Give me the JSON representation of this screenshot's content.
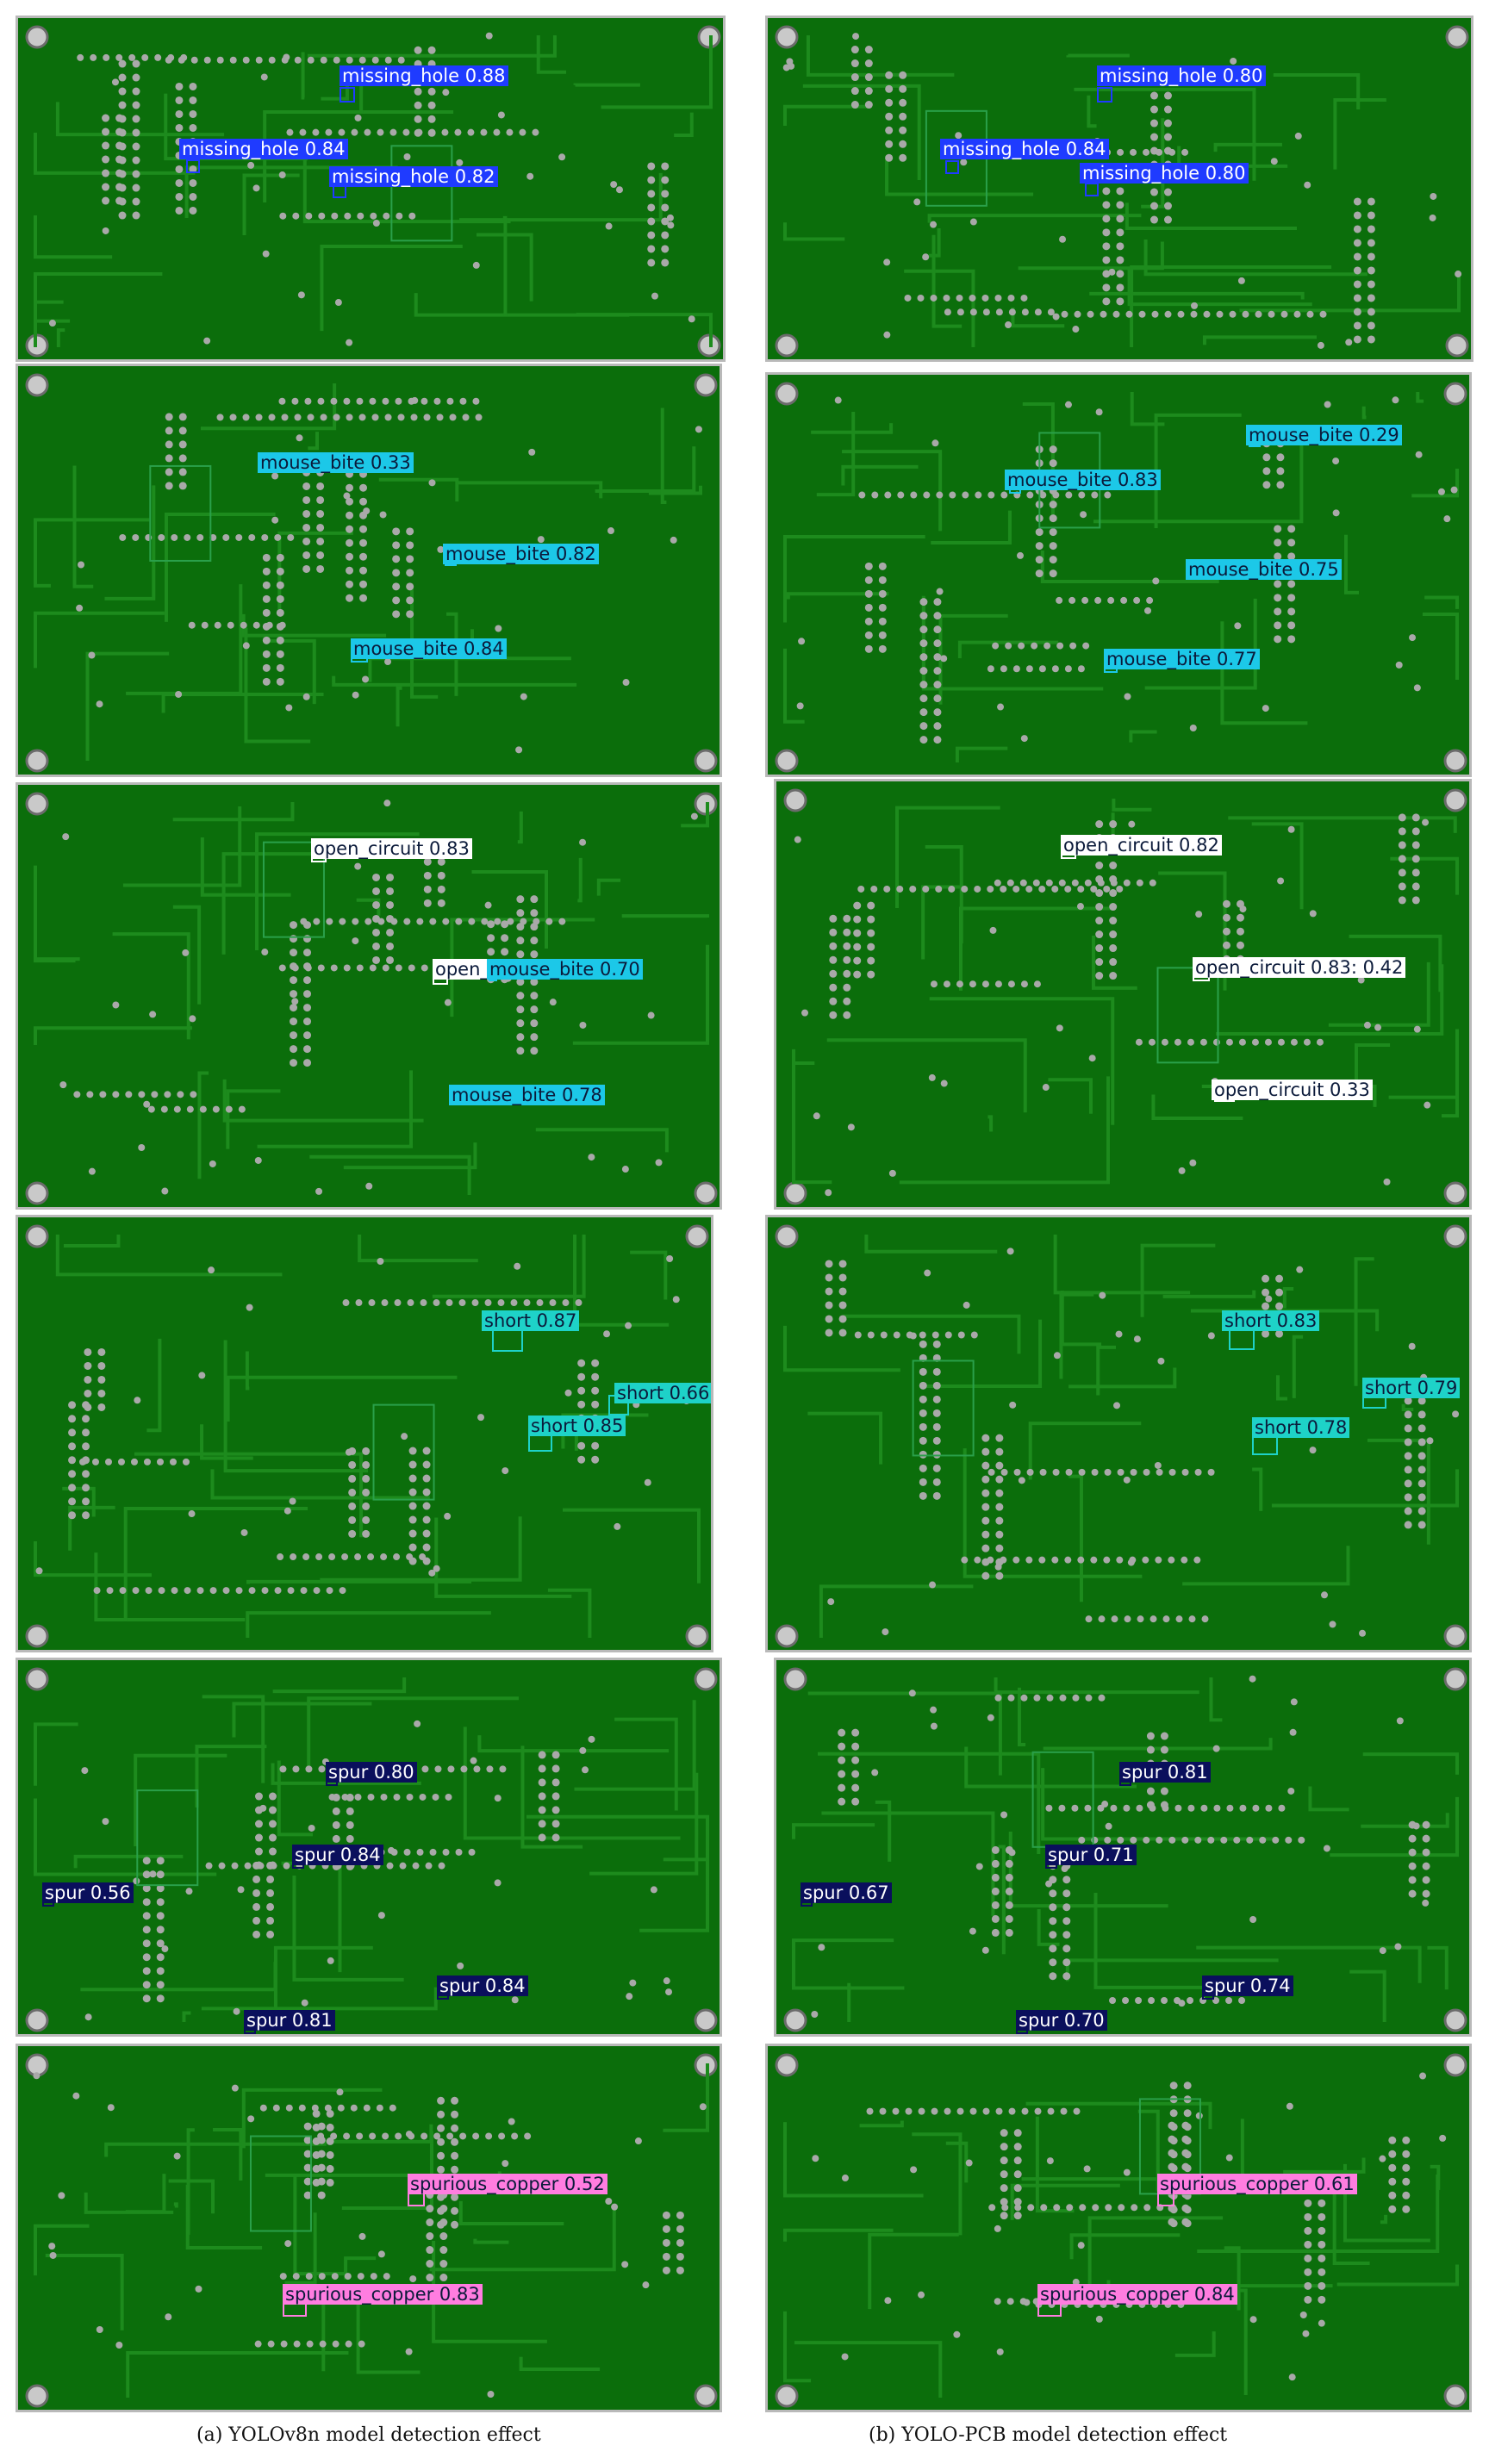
{
  "colors": {
    "board": "#0b6e0b",
    "trace": "#1d8b1d",
    "pad": "#a9a9a9",
    "missing_hole": "#1f3bff",
    "mouse_bite": "#1cc8e8",
    "open_circuit": "#ffffff",
    "short": "#1ed2c8",
    "spur": "#0a0f5c",
    "spurious_copper": "#ff7de0"
  },
  "captions": {
    "left": "(a) YOLOv8n model detection effect",
    "right": "(b) YOLO-PCB model detection effect"
  },
  "rows": [
    {
      "left": [
        {
          "text": "missing_hole  0.88",
          "cls": "missing_hole"
        },
        {
          "text": "missing_hole  0.84",
          "cls": "missing_hole"
        },
        {
          "text": "missing_hole  0.82",
          "cls": "missing_hole"
        }
      ],
      "right": [
        {
          "text": "missing_hole  0.80",
          "cls": "missing_hole"
        },
        {
          "text": "missing_hole  0.84",
          "cls": "missing_hole"
        },
        {
          "text": "missing_hole  0.80",
          "cls": "missing_hole"
        }
      ]
    },
    {
      "left": [
        {
          "text": "mouse_bite  0.33",
          "cls": "mouse_bite"
        },
        {
          "text": "mouse_bite  0.82",
          "cls": "mouse_bite"
        },
        {
          "text": "mouse_bite  0.84",
          "cls": "mouse_bite"
        }
      ],
      "right": [
        {
          "text": "mouse_bite  0.29",
          "cls": "mouse_bite"
        },
        {
          "text": "mouse_bite  0.83",
          "cls": "mouse_bite"
        },
        {
          "text": "mouse_bite  0.75",
          "cls": "mouse_bite"
        },
        {
          "text": "mouse_bite  0.77",
          "cls": "mouse_bite"
        }
      ]
    },
    {
      "left": [
        {
          "text": "open_circuit  0.83",
          "cls": "open_circuit"
        },
        {
          "text": "open_",
          "cls": "open_circuit"
        },
        {
          "text": "mouse_bite  0.70",
          "cls": "mouse_bite"
        },
        {
          "text": "mouse_bite  0.78",
          "cls": "mouse_bite"
        }
      ],
      "right": [
        {
          "text": "open_circuit  0.82",
          "cls": "open_circuit"
        },
        {
          "text": "open_circuit  0.83: 0.42",
          "cls": "open_circuit"
        },
        {
          "text": "open_circuit  0.33",
          "cls": "open_circuit"
        }
      ]
    },
    {
      "left": [
        {
          "text": "short  0.87",
          "cls": "short"
        },
        {
          "text": "short  0.66",
          "cls": "short"
        },
        {
          "text": "short  0.85",
          "cls": "short"
        }
      ],
      "right": [
        {
          "text": "short  0.83",
          "cls": "short"
        },
        {
          "text": "short  0.79",
          "cls": "short"
        },
        {
          "text": "short  0.78",
          "cls": "short"
        }
      ]
    },
    {
      "left": [
        {
          "text": "spur  0.80",
          "cls": "spur"
        },
        {
          "text": "spur  0.84",
          "cls": "spur"
        },
        {
          "text": "spur  0.56",
          "cls": "spur"
        },
        {
          "text": "spur  0.84",
          "cls": "spur"
        },
        {
          "text": "spur  0.81",
          "cls": "spur"
        }
      ],
      "right": [
        {
          "text": "spur  0.81",
          "cls": "spur"
        },
        {
          "text": "spur  0.71",
          "cls": "spur"
        },
        {
          "text": "spur  0.67",
          "cls": "spur"
        },
        {
          "text": "spur  0.74",
          "cls": "spur"
        },
        {
          "text": "spur  0.70",
          "cls": "spur"
        }
      ]
    },
    {
      "left": [
        {
          "text": "spurious_copper  0.52",
          "cls": "spurious_copper"
        },
        {
          "text": "spurious_copper  0.83",
          "cls": "spurious_copper"
        }
      ],
      "right": [
        {
          "text": "spurious_copper  0.61",
          "cls": "spurious_copper"
        },
        {
          "text": "spurious_copper  0.84",
          "cls": "spurious_copper"
        }
      ]
    }
  ]
}
